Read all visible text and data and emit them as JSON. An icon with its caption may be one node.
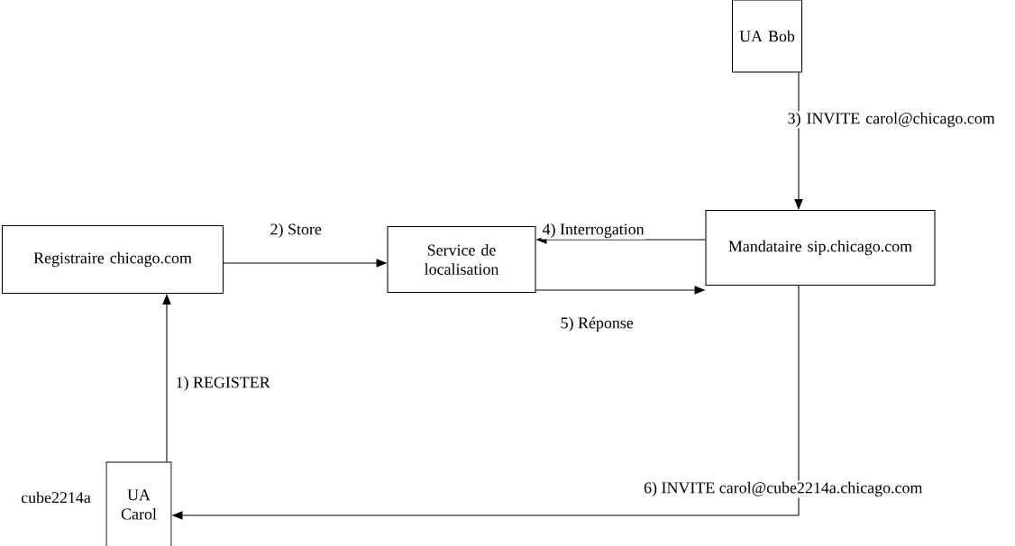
{
  "diagram": {
    "nodes": [
      {
        "text": [
          "UA Bob"
        ]
      },
      {
        "text": [
          "Registraire chicago.com"
        ]
      },
      {
        "text": [
          "Service de localisation"
        ]
      },
      {
        "text": [
          "Mandataire sip.chicago.com"
        ]
      },
      {
        "text": [
          "UA Carol"
        ]
      }
    ],
    "edges": [
      {
        "from": 0,
        "to": 3,
        "arrow": "to",
        "label": "3) INVITE carol@chicago.com"
      },
      {
        "from": 1,
        "to": 2,
        "arrow": "to",
        "label": "2) Store"
      },
      {
        "from": 3,
        "to": 2,
        "arrow": "to",
        "label": "4) Interrogation"
      },
      {
        "from": 2,
        "to": 3,
        "arrow": "to",
        "label": "5) Réponse"
      },
      {
        "from": 4,
        "to": 1,
        "arrow": "to",
        "label": "1) REGISTER"
      },
      {
        "from": 3,
        "to": 4,
        "arrow": "to",
        "label": "6) INVITE carol@cube2214a.chicago.com"
      }
    ],
    "labels": [
      "cube2214a"
    ]
  }
}
